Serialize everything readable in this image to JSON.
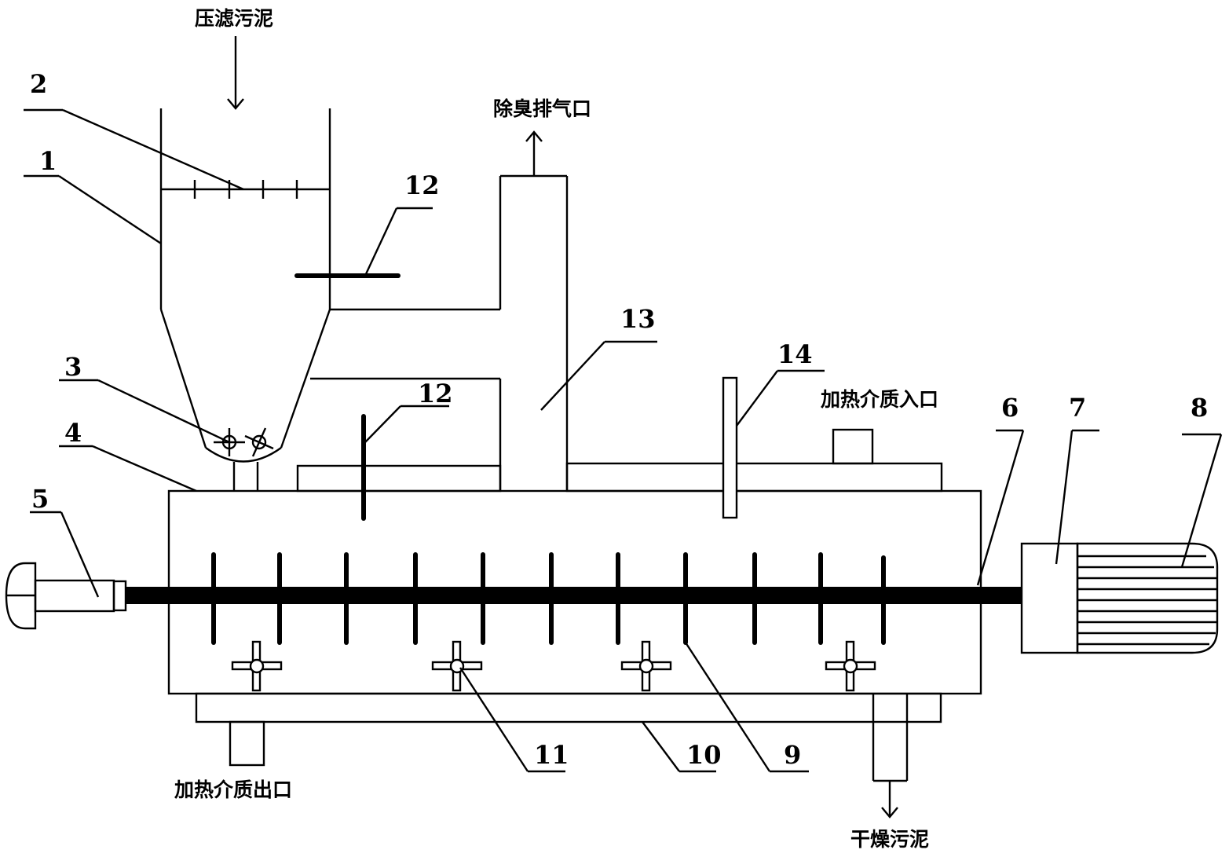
{
  "labels": {
    "inlet_sludge": "压滤污泥",
    "deodor_exhaust": "除臭排气口",
    "heat_inlet": "加热介质入口",
    "heat_outlet": "加热介质出口",
    "dried_sludge": "干燥污泥"
  },
  "numbers": {
    "n1": "1",
    "n2": "2",
    "n3": "3",
    "n4": "4",
    "n5": "5",
    "n6": "6",
    "n7": "7",
    "n8": "8",
    "n9": "9",
    "n10": "10",
    "n11": "11",
    "n12a": "12",
    "n12b": "12",
    "n13": "13",
    "n14": "14"
  }
}
